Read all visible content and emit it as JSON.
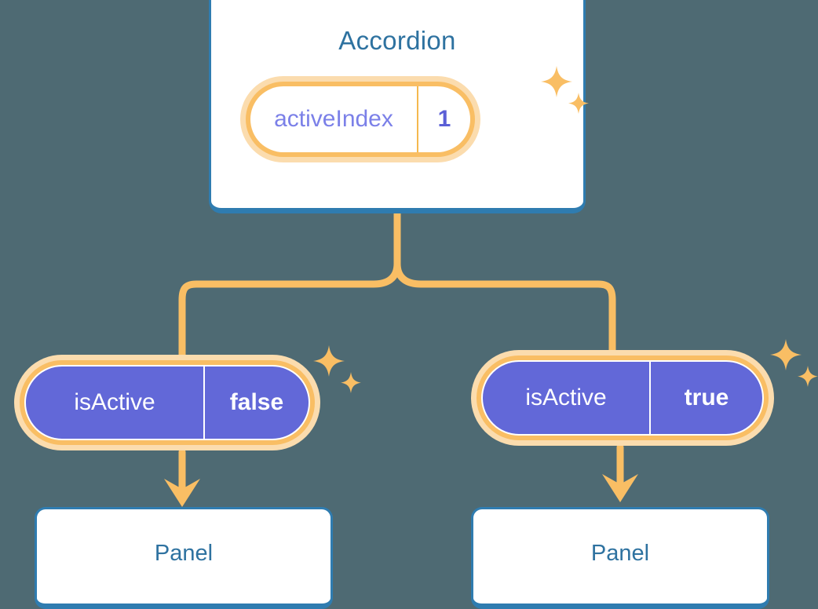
{
  "theme": {
    "background": "#4e6a73",
    "card_border": "#2f7cb0",
    "card_fill": "#ffffff",
    "title_text": "#2e72a0",
    "pill_glow": "#fbdcae",
    "pill_ring": "#f9be64",
    "pill_fill_active": "#6268d8",
    "pill_light_key_text": "#7b80e8",
    "pill_light_value_text": "#5b5fd6",
    "pill_filled_text": "#ffffff",
    "connector": "#f9be64",
    "sparkle": "#f9be64"
  },
  "diagram": {
    "root": {
      "title": "Accordion",
      "state_pill": {
        "key": "activeIndex",
        "value": "1",
        "style": "light",
        "sparkle_icon": "sparkle-icon"
      }
    },
    "children": [
      {
        "id": "left",
        "prop_pill": {
          "key": "isActive",
          "value": "false",
          "style": "filled",
          "sparkle_icon": "sparkle-icon"
        },
        "arrow_icon": "arrow-down-icon",
        "card_title": "Panel"
      },
      {
        "id": "right",
        "prop_pill": {
          "key": "isActive",
          "value": "true",
          "style": "filled",
          "sparkle_icon": "sparkle-icon"
        },
        "arrow_icon": "arrow-down-icon",
        "card_title": "Panel"
      }
    ]
  }
}
